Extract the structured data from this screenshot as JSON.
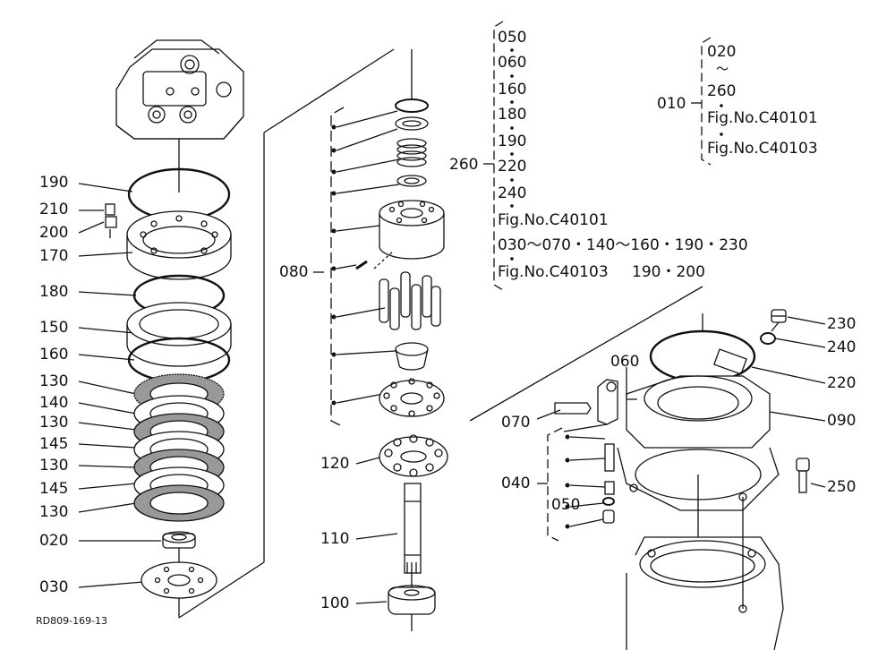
{
  "figure_code": "RD809-169-13",
  "left_column": {
    "labels": [
      "190",
      "210",
      "200",
      "170",
      "180",
      "150",
      "160",
      "130",
      "140",
      "130",
      "145",
      "130",
      "145",
      "130",
      "020",
      "030"
    ]
  },
  "center_column": {
    "assembly_label": "080",
    "labels": [
      "120",
      "110",
      "100"
    ]
  },
  "right_group": {
    "labels": [
      "230",
      "240",
      "220",
      "090",
      "060",
      "070",
      "040",
      "050",
      "250"
    ]
  },
  "ref_260": {
    "label": "260",
    "items": [
      "050",
      "060",
      "160",
      "180",
      "190",
      "220",
      "240"
    ],
    "fig1": "Fig.No.C40101",
    "fig1_parts": "030～070・140～160・190・230",
    "fig2": "Fig.No.C40103",
    "fig2_parts": "190・200"
  },
  "ref_010": {
    "label": "010",
    "from": "020",
    "tilde": "～",
    "to": "260",
    "fig1": "Fig.No.C40101",
    "fig2": "Fig.No.C40103"
  }
}
